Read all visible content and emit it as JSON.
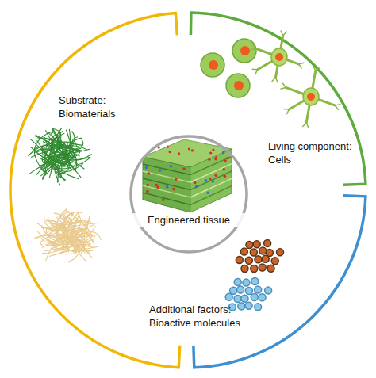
{
  "diagram": {
    "nodes": [
      {
        "text": [
          "Substrate: Biomaterials"
        ]
      },
      {
        "text": [
          "Living component: Cells"
        ]
      },
      {
        "text": [
          "Engineered tissue"
        ]
      },
      {
        "text": [
          "Additional factors: Bioactive molecules"
        ]
      }
    ]
  }
}
